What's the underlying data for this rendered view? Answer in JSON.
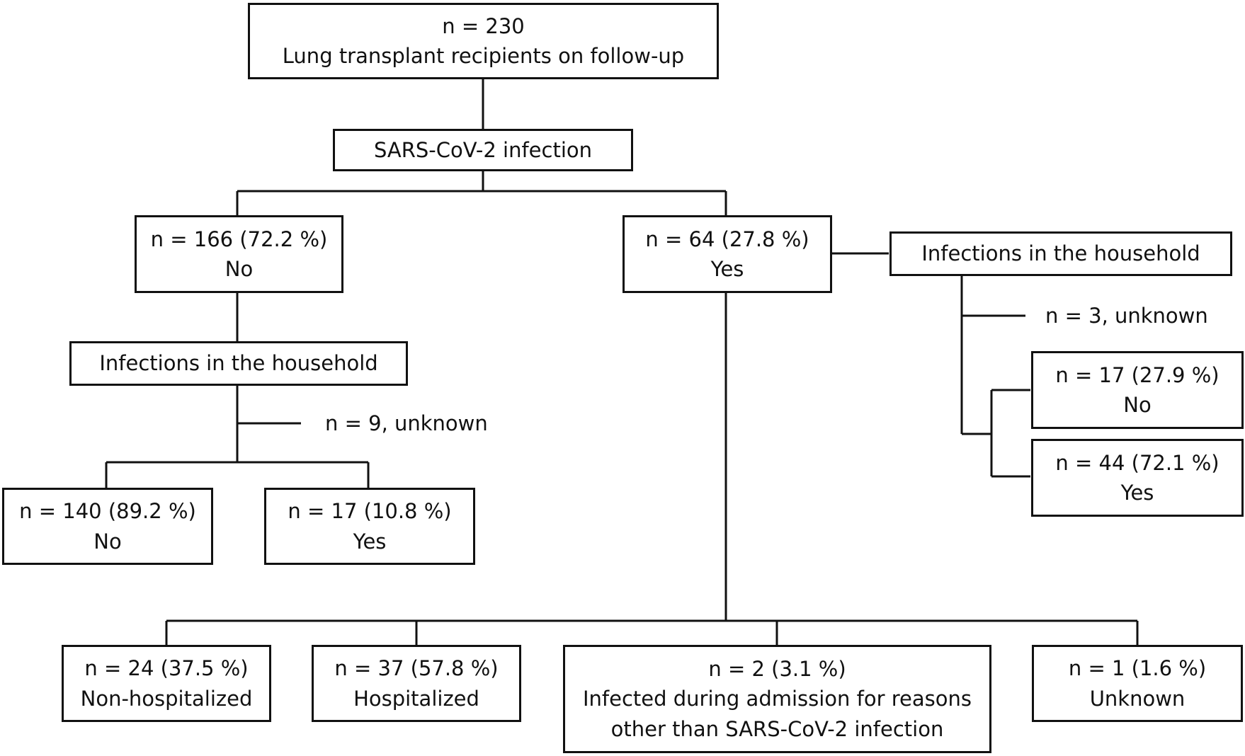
{
  "flowchart": {
    "root": {
      "count": "n = 230",
      "label": "Lung transplant recipients on follow-up"
    },
    "infection_question": {
      "label": "SARS-CoV-2 infection"
    },
    "not_infected": {
      "count": "n = 166 (72.2 %)",
      "label": "No",
      "household": {
        "label": "Infections in the household",
        "unknown": "n = 9, unknown",
        "no": {
          "count": "n = 140 (89.2 %)",
          "label": "No"
        },
        "yes": {
          "count": "n = 17 (10.8 %)",
          "label": "Yes"
        }
      }
    },
    "infected": {
      "count": "n = 64 (27.8 %)",
      "label": "Yes",
      "household": {
        "label": "Infections in the household",
        "unknown": "n = 3, unknown",
        "no": {
          "count": "n = 17 (27.9 %)",
          "label": "No"
        },
        "yes": {
          "count": "n = 44 (72.1 %)",
          "label": "Yes"
        }
      },
      "outcomes": {
        "non_hospitalized": {
          "count": "n = 24 (37.5 %)",
          "label": "Non-hospitalized"
        },
        "hospitalized": {
          "count": "n = 37 (57.8 %)",
          "label": "Hospitalized"
        },
        "infected_during_admission": {
          "count": "n = 2 (3.1 %)",
          "label_line1": "Infected during admission for reasons",
          "label_line2": "other than SARS-CoV-2 infection"
        },
        "unknown": {
          "count": "n = 1 (1.6 %)",
          "label": "Unknown"
        }
      }
    }
  }
}
